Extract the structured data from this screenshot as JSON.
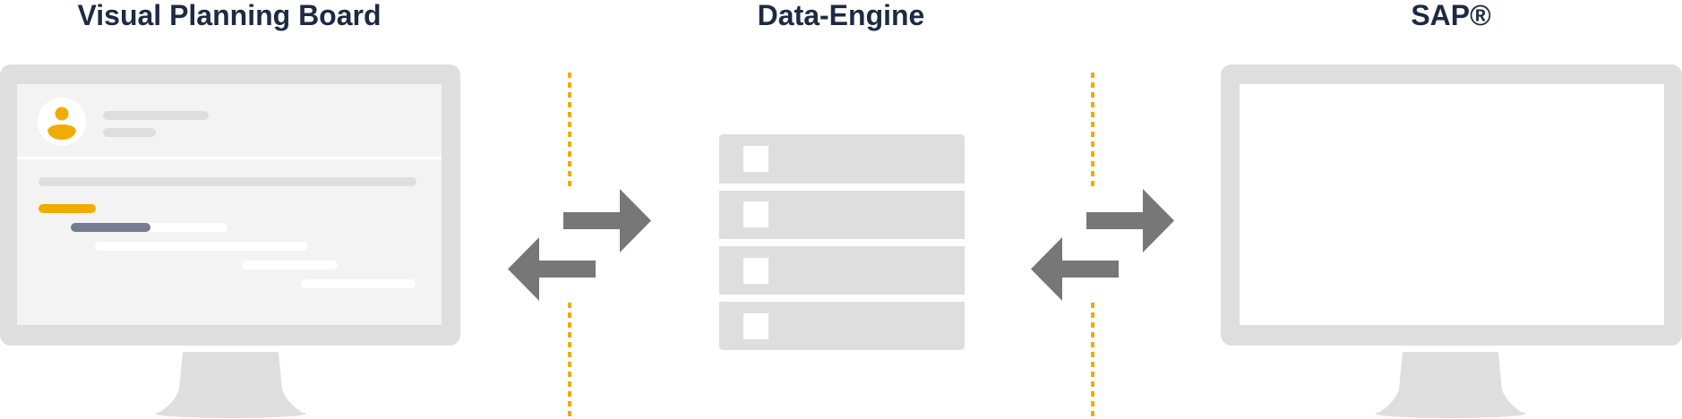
{
  "titles": {
    "left": "Visual Planning Board",
    "center": "Data-Engine",
    "right": "SAP®"
  },
  "colors": {
    "title": "#1c2a44",
    "device_frame": "#dedede",
    "screen_bg": "#f3f3f3",
    "accent": "#f0ac00",
    "bar_dark": "#767c8f",
    "bar_light": "#ffffff",
    "arrow": "#777777",
    "divider": "#f0ac00"
  },
  "icons": {
    "user": "user-avatar-icon",
    "arrows": "bidirectional-arrows-icon",
    "server": "server-stack-icon"
  }
}
